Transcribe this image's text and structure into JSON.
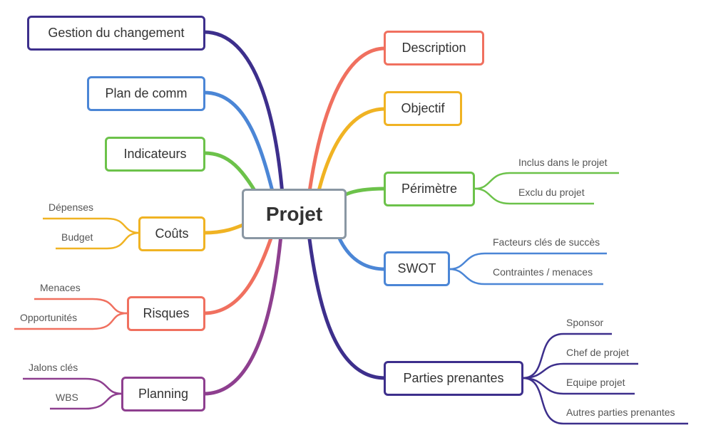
{
  "center": {
    "label": "Projet"
  },
  "colors": {
    "gestion": "#3d2f8c",
    "plan": "#4b86d6",
    "indicateurs": "#6cc24a",
    "couts": "#f0b323",
    "risques": "#f0705f",
    "planning": "#8e3f8f",
    "description": "#f0705f",
    "objectif": "#f0b323",
    "perimetre": "#6cc24a",
    "swot": "#4b86d6",
    "parties": "#3d2f8c",
    "center_border": "#8a97a3"
  },
  "left_branches": {
    "gestion": {
      "label": "Gestion du changement"
    },
    "plan": {
      "label": "Plan de comm"
    },
    "indicateurs": {
      "label": "Indicateurs"
    },
    "couts": {
      "label": "Coûts",
      "children": [
        "Dépenses",
        "Budget"
      ]
    },
    "risques": {
      "label": "Risques",
      "children": [
        "Menaces",
        "Opportunités"
      ]
    },
    "planning": {
      "label": "Planning",
      "children": [
        "Jalons clés",
        "WBS"
      ]
    }
  },
  "right_branches": {
    "description": {
      "label": "Description"
    },
    "objectif": {
      "label": "Objectif"
    },
    "perimetre": {
      "label": "Périmètre",
      "children": [
        "Inclus dans le projet",
        "Exclu du projet"
      ]
    },
    "swot": {
      "label": "SWOT",
      "children": [
        "Facteurs clés de succès",
        "Contraintes / menaces"
      ]
    },
    "parties": {
      "label": "Parties prenantes",
      "children": [
        "Sponsor",
        "Chef de projet",
        "Equipe projet",
        "Autres parties prenantes"
      ]
    }
  }
}
